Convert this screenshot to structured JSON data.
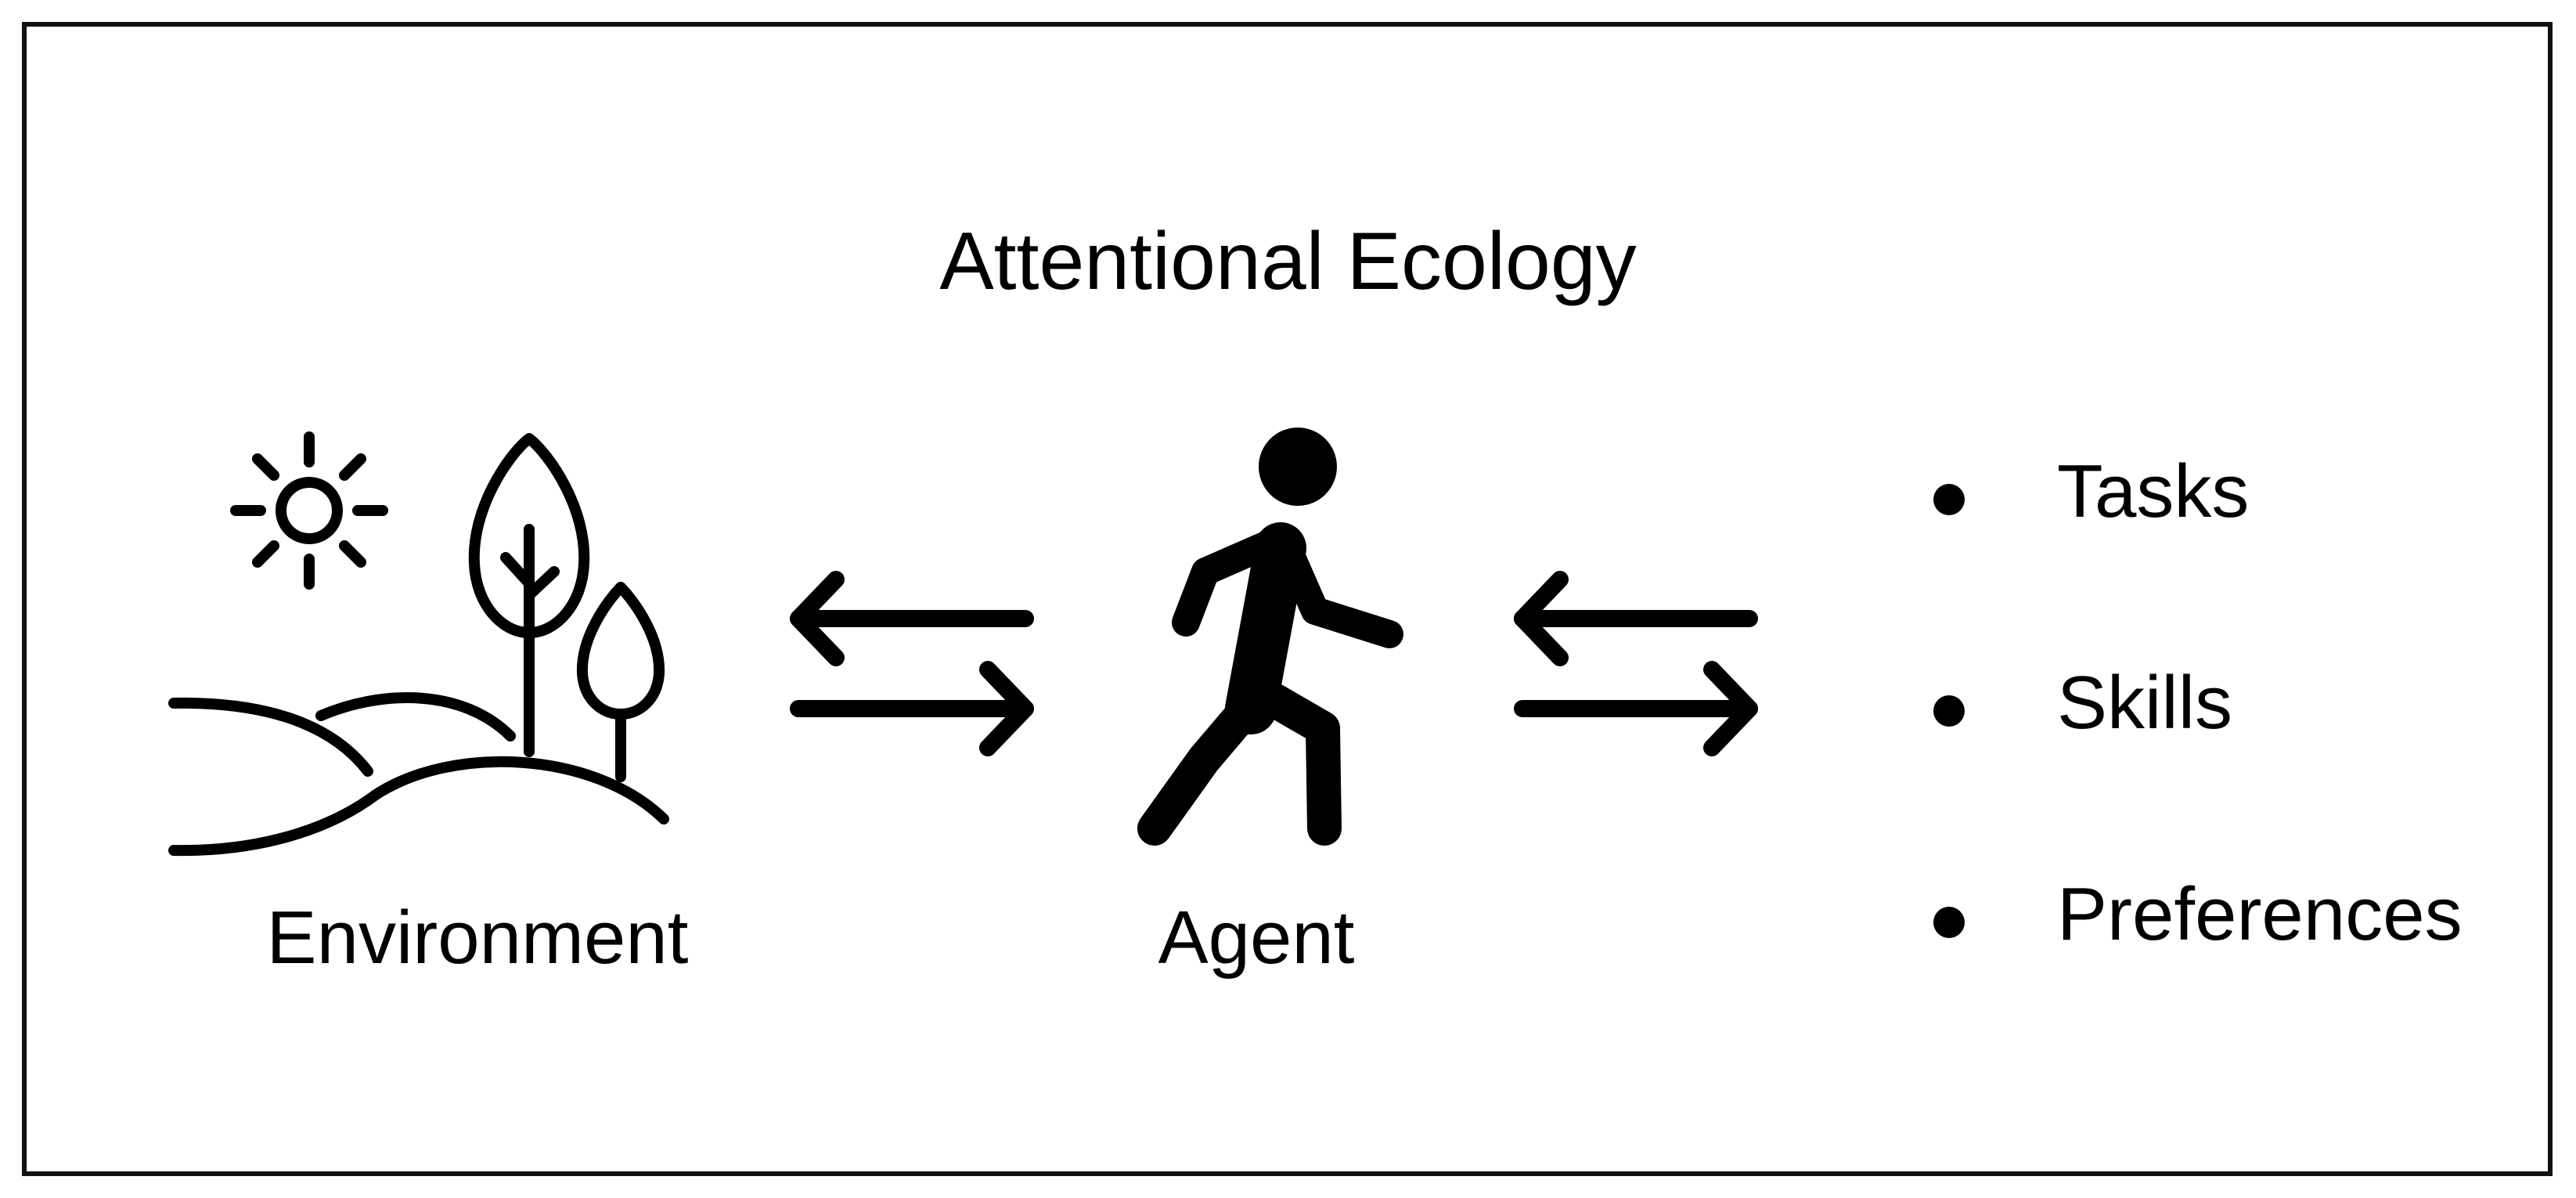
{
  "diagram": {
    "title": "Attentional Ecology",
    "nodes": {
      "environment": {
        "label": "Environment",
        "icon": "landscape-icon"
      },
      "agent": {
        "label": "Agent",
        "icon": "walking-person-icon"
      }
    },
    "connectors": [
      {
        "from": "environment",
        "to": "agent",
        "icon": "bidirectional-arrows-icon"
      },
      {
        "from": "agent",
        "to": "attributes",
        "icon": "bidirectional-arrows-icon"
      }
    ],
    "attributes": [
      {
        "label": "Tasks"
      },
      {
        "label": "Skills"
      },
      {
        "label": "Preferences"
      }
    ],
    "colors": {
      "ink": "#000000",
      "background": "#ffffff",
      "border": "#111111"
    }
  }
}
